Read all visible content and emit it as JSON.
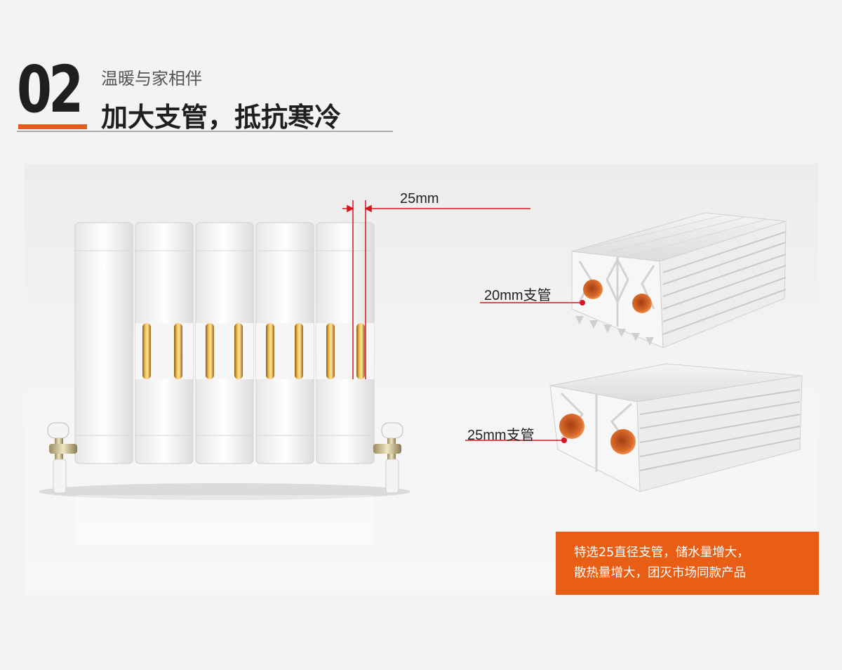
{
  "header": {
    "number": "02",
    "subtitle": "温暖与家相伴",
    "title": "加大支管，抵抗寒冷"
  },
  "labels": {
    "dimension": "25mm",
    "pipe_small": "20mm支管",
    "pipe_large": "25mm支管"
  },
  "callout": {
    "line1": "特选25直径支管，储水量增大，",
    "line2": "散热量增大，团灭市场同款产品"
  },
  "colors": {
    "accent": "#e85b1a",
    "marker": "#d8141f",
    "copper": "#d29a2c"
  }
}
